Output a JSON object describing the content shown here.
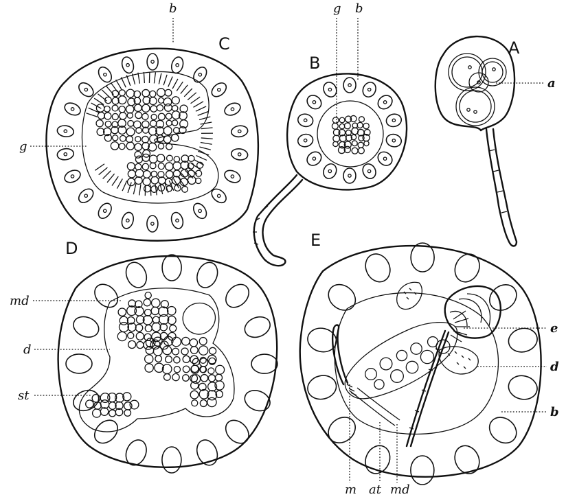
{
  "panels": {
    "A": {
      "label": "A",
      "annotations": [
        "a"
      ]
    },
    "B": {
      "label": "B",
      "annotations": [
        "g",
        "b"
      ]
    },
    "C": {
      "label": "C",
      "annotations": [
        "b",
        "g"
      ]
    },
    "D": {
      "label": "D",
      "annotations": [
        "md",
        "d",
        "st"
      ]
    },
    "E": {
      "label": "E",
      "annotations": [
        "e",
        "d",
        "b",
        "m",
        "at",
        "md"
      ]
    }
  },
  "colors": {
    "ink": "#111111",
    "paper": "#ffffff"
  }
}
